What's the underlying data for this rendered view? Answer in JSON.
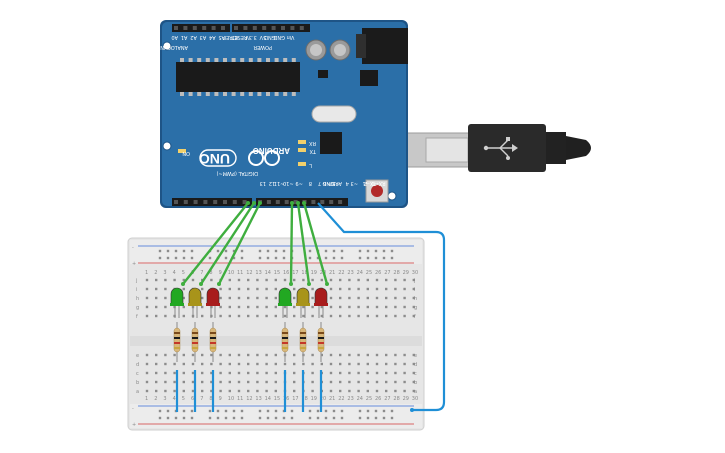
{
  "arduino": {
    "brand": "ARDUINO",
    "model": "UNO",
    "header_digital": "DIGITAL (PWM~)",
    "header_analog": "ANALOG IN",
    "header_power": "POWER",
    "on_label": "ON",
    "tx_label": "TX",
    "rx_label": "RX",
    "l_label": "L",
    "aref_label": "AREF",
    "gnd_label": "GND",
    "analog_pins": [
      "A0",
      "A1",
      "A2",
      "A3",
      "A4",
      "A5"
    ],
    "power_pins": [
      "IOREF",
      "RESET",
      "3.3V",
      "5V",
      "GND",
      "GND",
      "Vin"
    ],
    "digital_pins": [
      "13",
      "12",
      "~11",
      "~10",
      "~9",
      "8",
      "7",
      "~6",
      "~5",
      "4",
      "~3",
      "2",
      "TX→1",
      "RX←0"
    ],
    "board_color": "#2b6fa8",
    "edge_color": "#1e5486"
  },
  "breadboard": {
    "columns": 30,
    "rows_top": [
      "j",
      "i",
      "h",
      "g",
      "f"
    ],
    "rows_bottom": [
      "e",
      "d",
      "c",
      "b",
      "a"
    ],
    "rail_plus": "+",
    "rail_minus": "-"
  },
  "leds": [
    {
      "color": "green",
      "hex": "#22a822"
    },
    {
      "color": "yellow",
      "hex": "#a8941a"
    },
    {
      "color": "red",
      "hex": "#a81c1c"
    },
    {
      "color": "green",
      "hex": "#22a822"
    },
    {
      "color": "yellow",
      "hex": "#a8941a"
    },
    {
      "color": "red",
      "hex": "#a81c1c"
    }
  ],
  "wires": {
    "signal_color": "#3fae3f",
    "ground_color": "#1f8fd6"
  },
  "cable_icon": "usb-cable-icon"
}
